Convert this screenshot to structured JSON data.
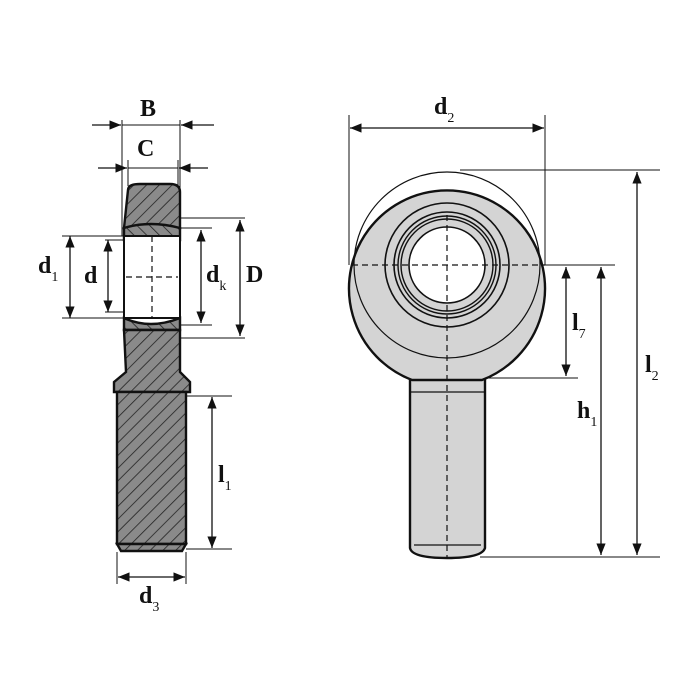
{
  "title": "Rod end with male thread - dimension drawing",
  "labels": {
    "B": {
      "base": "B",
      "sub": ""
    },
    "C": {
      "base": "C",
      "sub": ""
    },
    "d1": {
      "base": "d",
      "sub": "1"
    },
    "d": {
      "base": "d",
      "sub": ""
    },
    "dk": {
      "base": "d",
      "sub": "k"
    },
    "D": {
      "base": "D",
      "sub": ""
    },
    "l1": {
      "base": "l",
      "sub": "1"
    },
    "d3": {
      "base": "d",
      "sub": "3"
    },
    "d2": {
      "base": "d",
      "sub": "2"
    },
    "l7": {
      "base": "l",
      "sub": "7"
    },
    "h1": {
      "base": "h",
      "sub": "1"
    },
    "l2": {
      "base": "l",
      "sub": "2"
    }
  },
  "colors": {
    "hatch_fill": "#8a8a8a",
    "body_fill": "#d4d4d4",
    "line": "#111111"
  }
}
